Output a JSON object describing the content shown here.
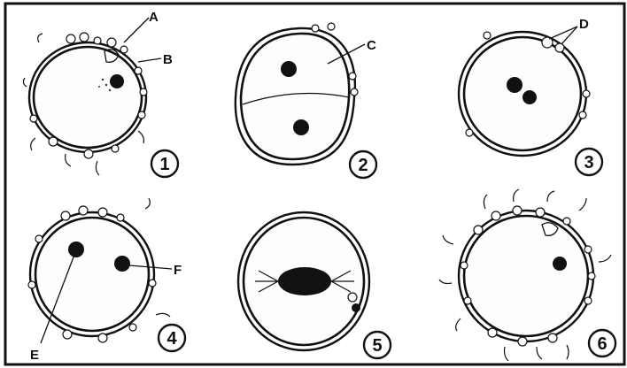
{
  "figure": {
    "panels": [
      {
        "id": "p1",
        "number": "1"
      },
      {
        "id": "p2",
        "number": "2"
      },
      {
        "id": "p3",
        "number": "3"
      },
      {
        "id": "p4",
        "number": "4"
      },
      {
        "id": "p5",
        "number": "5"
      },
      {
        "id": "p6",
        "number": "6"
      }
    ],
    "labels": {
      "A": "A",
      "B": "B",
      "C": "C",
      "D": "D",
      "E": "E",
      "F": "F"
    },
    "colors": {
      "ink": "#111111",
      "paper": "#ffffff"
    }
  }
}
